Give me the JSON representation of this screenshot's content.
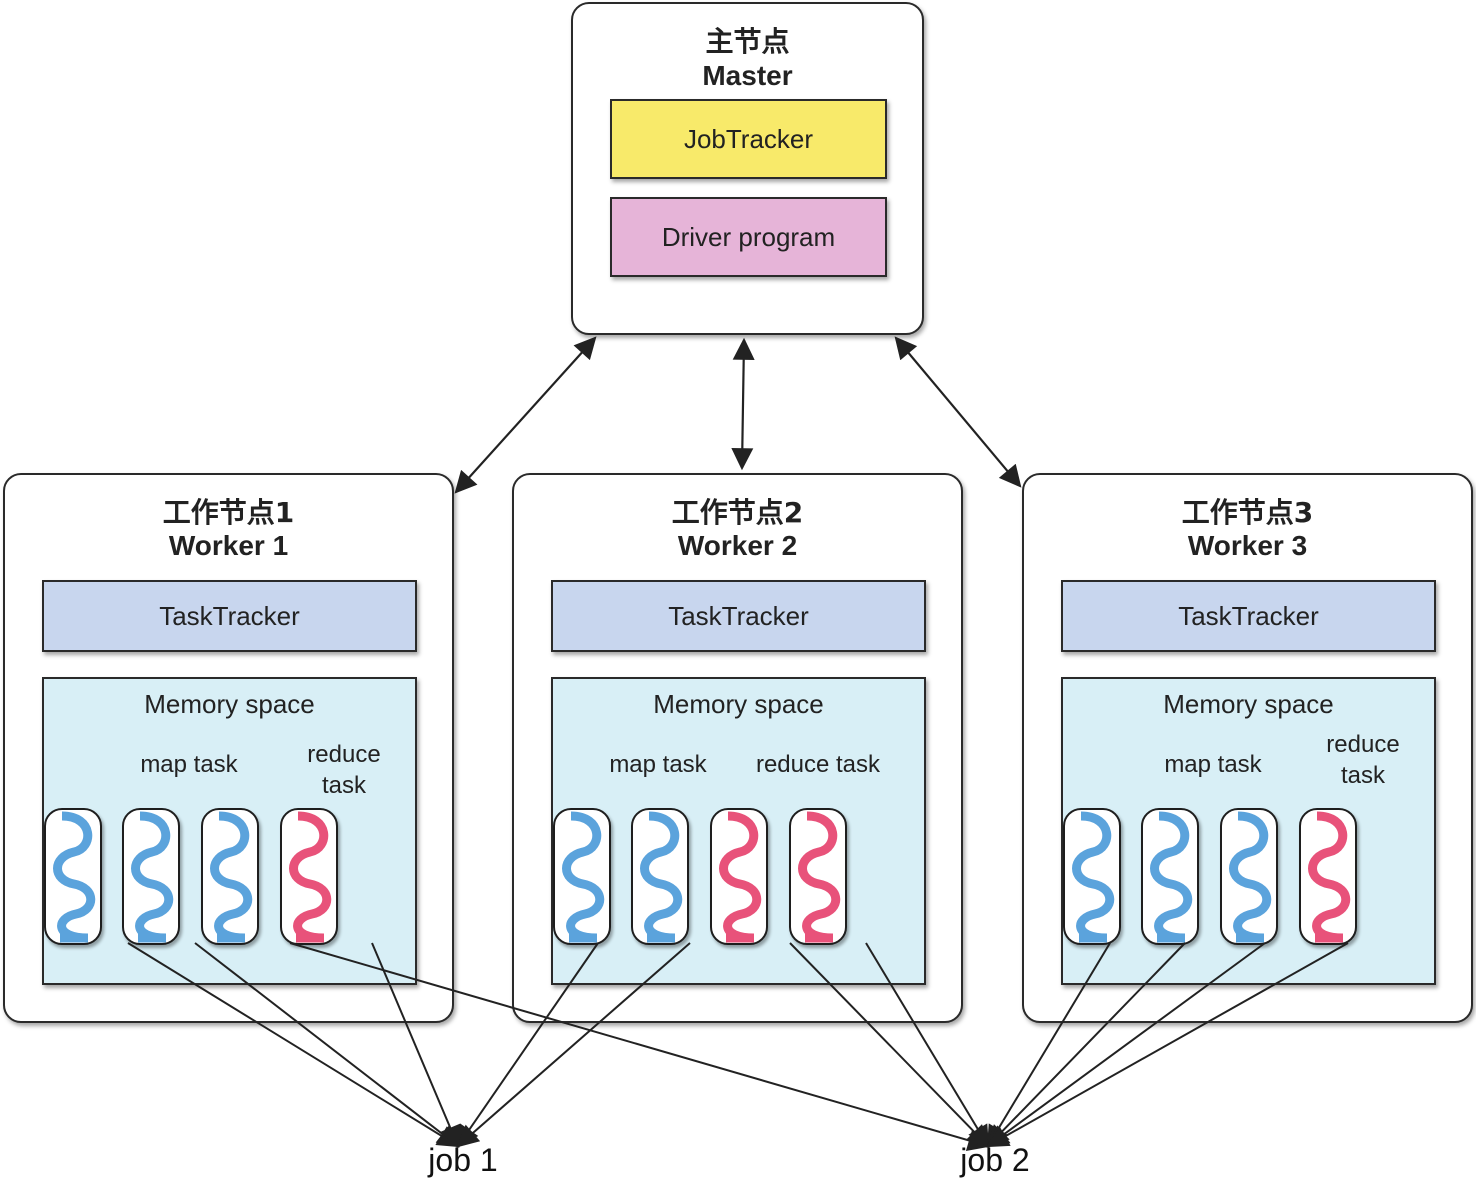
{
  "master": {
    "title_cn": "主节点",
    "title_en": "Master",
    "components": [
      {
        "label": "JobTracker",
        "color": "#f8ea6a"
      },
      {
        "label": "Driver program",
        "color": "#e6b4d8"
      }
    ]
  },
  "workers": [
    {
      "title_cn": "工作节点1",
      "title_en": "Worker 1",
      "tasktracker": "TaskTracker",
      "memory_label": "Memory space",
      "map_label": "map task",
      "reduce_label": "reduce\ntask",
      "tasks": [
        {
          "type": "map",
          "job": "job 1"
        },
        {
          "type": "map",
          "job": "job 1"
        },
        {
          "type": "map",
          "job": "job 2"
        },
        {
          "type": "reduce",
          "job": "job 1"
        }
      ]
    },
    {
      "title_cn": "工作节点2",
      "title_en": "Worker 2",
      "tasktracker": "TaskTracker",
      "memory_label": "Memory space",
      "map_label": "map task",
      "reduce_label": "reduce task",
      "tasks": [
        {
          "type": "map",
          "job": "job 1"
        },
        {
          "type": "map",
          "job": "job 1"
        },
        {
          "type": "reduce",
          "job": "job 2"
        },
        {
          "type": "reduce",
          "job": "job 2"
        }
      ]
    },
    {
      "title_cn": "工作节点3",
      "title_en": "Worker 3",
      "tasktracker": "TaskTracker",
      "memory_label": "Memory space",
      "map_label": "map task",
      "reduce_label": "reduce\ntask",
      "tasks": [
        {
          "type": "map",
          "job": "job 2"
        },
        {
          "type": "map",
          "job": "job 2"
        },
        {
          "type": "map",
          "job": "job 2"
        },
        {
          "type": "reduce",
          "job": "job 2"
        }
      ]
    }
  ],
  "jobs": [
    "job 1",
    "job 2"
  ],
  "colors": {
    "map_thread": "#5ba3dc",
    "reduce_thread": "#e8527a",
    "tasktracker": "#c8d6ee",
    "memory_space": "#d8eff6",
    "line": "#222222"
  },
  "connections": [
    {
      "from": "Master",
      "to": "Worker 1",
      "bidirectional": true
    },
    {
      "from": "Master",
      "to": "Worker 2",
      "bidirectional": true
    },
    {
      "from": "Master",
      "to": "Worker 3",
      "bidirectional": true
    }
  ]
}
